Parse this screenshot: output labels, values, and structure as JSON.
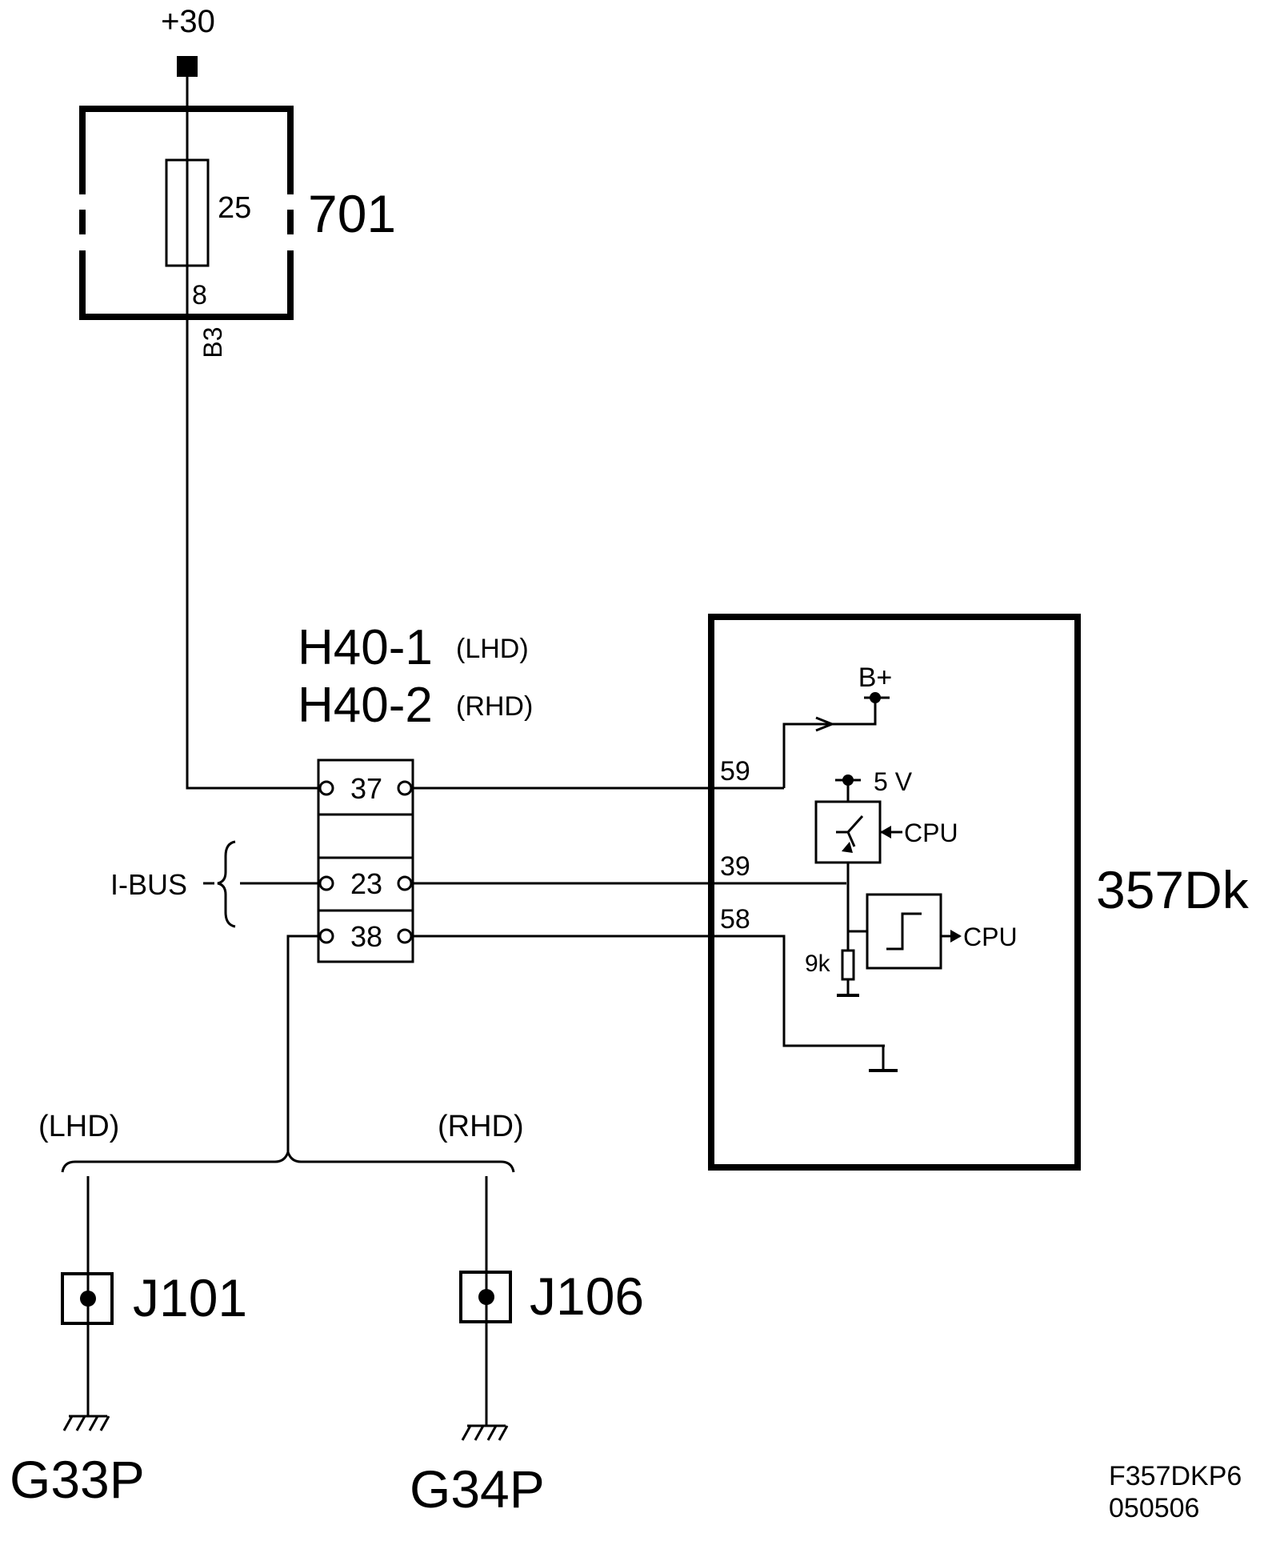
{
  "supply": {
    "label": "+30"
  },
  "fuse_box": {
    "id": "701",
    "fuse_rating": "25",
    "pin": "8",
    "wire_code": "B3"
  },
  "connector": {
    "name_lhd": "H40-1",
    "variant_lhd": "(LHD)",
    "name_rhd": "H40-2",
    "variant_rhd": "(RHD)",
    "pins": [
      "37",
      "23",
      "38"
    ]
  },
  "bus": {
    "label": "I-BUS"
  },
  "module": {
    "id": "357Dk",
    "pins": [
      "59",
      "39",
      "58"
    ],
    "b_plus": "B+",
    "voltage": "5 V",
    "cpu_label": "CPU",
    "resistor": "9k"
  },
  "ground_branch": {
    "left_variant": "(LHD)",
    "right_variant": "(RHD)",
    "left_junction": "J101",
    "right_junction": "J106",
    "left_ground": "G33P",
    "right_ground": "G34P"
  },
  "footer": {
    "code": "F357DKP6",
    "date": "050506"
  }
}
